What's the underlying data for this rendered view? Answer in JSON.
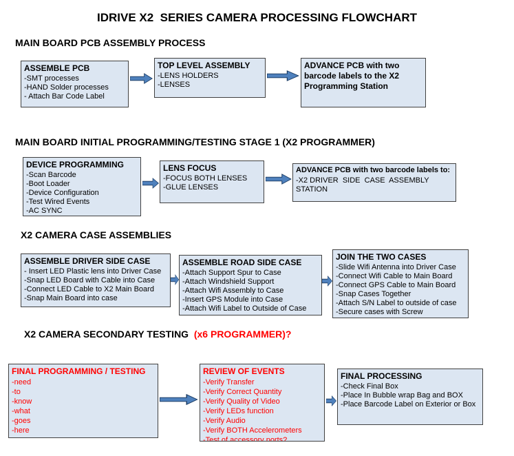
{
  "page": {
    "title": "IDRIVE X2  SERIES CAMERA PROCESSING FLOWCHART"
  },
  "colors": {
    "box_fill": "#dce6f2",
    "box_border": "#404040",
    "arrow_fill": "#4f81bd",
    "arrow_outline": "#17375e",
    "accent_red": "#ff0000",
    "text": "#000000"
  },
  "sections": [
    {
      "heading": "MAIN BOARD PCB ASSEMBLY PROCESS",
      "boxes": [
        {
          "title": "ASSEMBLE PCB",
          "items": [
            "-SMT processes",
            "-HAND Solder processes",
            "- Attach Bar Code Label"
          ]
        },
        {
          "title": "TOP LEVEL ASSEMBLY",
          "items": [
            "-LENS HOLDERS",
            "-LENSES"
          ]
        },
        {
          "title": "ADVANCE PCB with two barcode labels to the X2 Programming Station",
          "items": []
        }
      ]
    },
    {
      "heading": "MAIN BOARD INITIAL PROGRAMMING/TESTING STAGE 1 (X2 PROGRAMMER)",
      "boxes": [
        {
          "title": "DEVICE PROGRAMMING",
          "items": [
            "-Scan Barcode",
            "-Boot Loader",
            "-Device Configuration",
            "-Test Wired Events",
            "-AC SYNC"
          ]
        },
        {
          "title": "LENS FOCUS",
          "items": [
            "-FOCUS BOTH LENSES",
            "-GLUE LENSES"
          ]
        },
        {
          "title": "ADVANCE PCB with two barcode labels to:",
          "items": [
            "-X2 DRIVER  SIDE  CASE  ASSEMBLY STATION"
          ]
        }
      ]
    },
    {
      "heading": "X2 CAMERA CASE ASSEMBLIES",
      "boxes": [
        {
          "title": "ASSEMBLE DRIVER SIDE CASE",
          "items": [
            "- Insert LED Plastic lens into Driver Case",
            "-Snap LED Board with Cable into Case",
            "-Connect LED Cable to X2 Main Board",
            "-Snap Main Board into case"
          ]
        },
        {
          "title": "ASSEMBLE ROAD SIDE CASE",
          "items": [
            "-Attach Support Spur to Case",
            "-Attach Windshield Support",
            "-Attach Wifi Assembly to Case",
            "-Insert GPS Module into Case",
            "-Attach Wifi Label to Outside of Case"
          ]
        },
        {
          "title": "JOIN THE TWO CASES",
          "items": [
            "-Slide Wifi Antenna into Driver Case",
            "-Connect Wifi Cable to Main Board",
            "-Connect GPS Cable to Main Board",
            "-Snap Cases Together",
            "-Attach S/N Label to outside of case",
            "-Secure cases with Screw"
          ]
        }
      ]
    },
    {
      "heading": "X2 CAMERA SECONDARY TESTING ",
      "heading_accent": " (x6 PROGRAMMER)?",
      "boxes": [
        {
          "title": "FINAL PROGRAMMING / TESTING",
          "items": [
            "-need",
            "-to",
            "-know",
            "-what",
            "-goes",
            "-here"
          ]
        },
        {
          "title": "REVIEW OF EVENTS",
          "items": [
            "-Verify Transfer",
            "-Verify Correct Quantity",
            "-Verify Quality of Video",
            "-Verify LEDs function",
            "-Verify Audio",
            "-Verify BOTH Accelerometers",
            "-Test of accessory ports?"
          ]
        },
        {
          "title": "FINAL PROCESSING",
          "items": [
            "-Check Final Box",
            "-Place In Bubble wrap Bag and BOX",
            "-Place Barcode Label on Exterior or Box"
          ]
        }
      ]
    }
  ]
}
